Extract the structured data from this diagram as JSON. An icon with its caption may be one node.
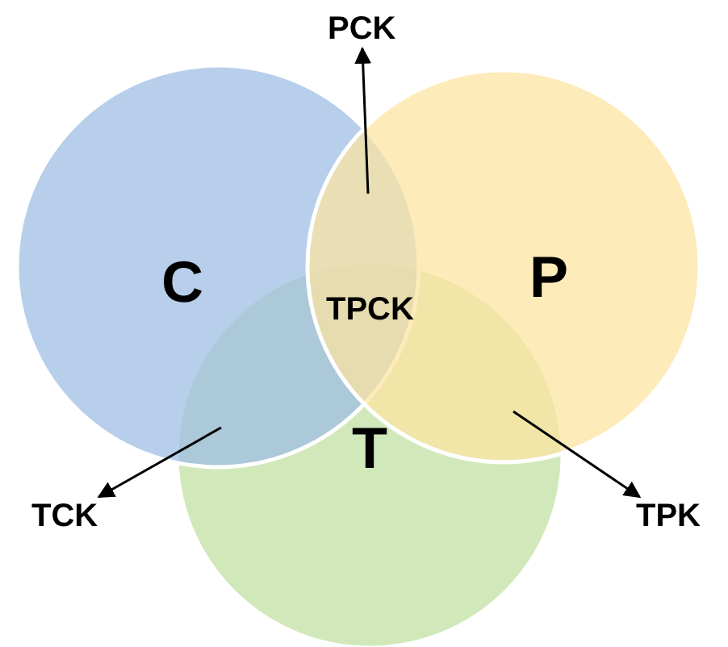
{
  "diagram": {
    "nodes": [
      {
        "text": [
          "C"
        ]
      },
      {
        "text": [
          "P"
        ]
      },
      {
        "text": [
          "T"
        ]
      },
      {
        "text": [
          "PCK"
        ]
      },
      {
        "text": [
          "TCK"
        ]
      },
      {
        "text": [
          "TPK"
        ]
      }
    ],
    "edges": [
      {
        "from": 1,
        "to": 3,
        "arrow": "to"
      },
      {
        "from": 0,
        "to": 4,
        "arrow": "to"
      },
      {
        "from": 1,
        "to": 5,
        "arrow": "to"
      }
    ],
    "labels": [
      "TPCK"
    ]
  }
}
